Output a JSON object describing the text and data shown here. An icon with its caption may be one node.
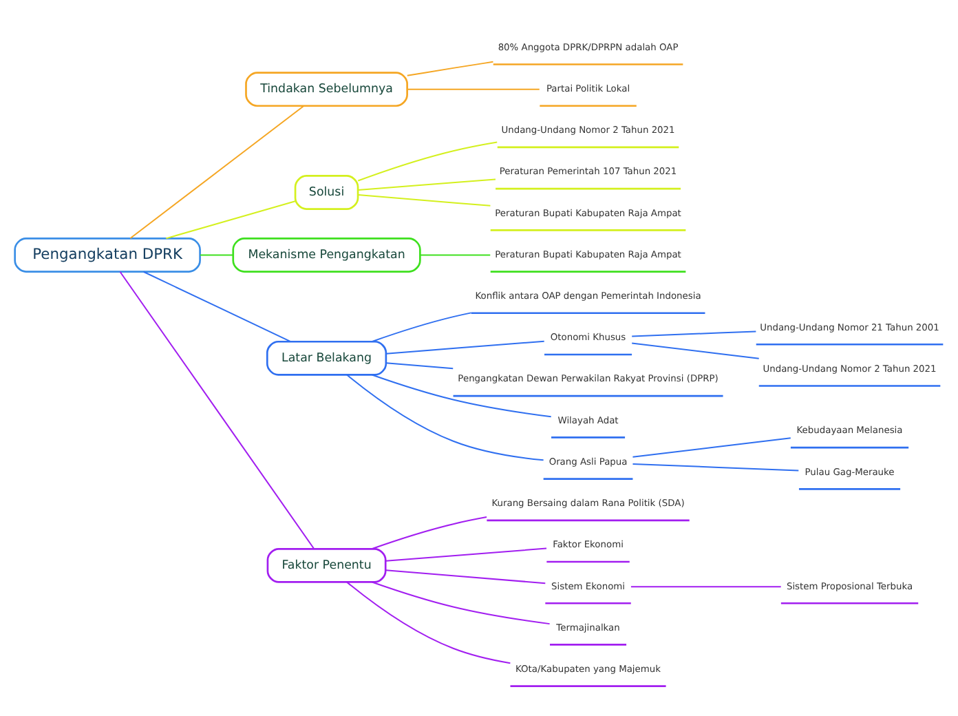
{
  "diagram": {
    "nodes": [
      {
        "text": [
          "Pengangkatan DPRK"
        ]
      },
      {
        "text": [
          "Tindakan Sebelumnya"
        ]
      },
      {
        "text": [
          "80% Anggota DPRK/DPRPN adalah OAP"
        ]
      },
      {
        "text": [
          "Partai Politik Lokal"
        ]
      },
      {
        "text": [
          "Solusi"
        ]
      },
      {
        "text": [
          "Undang-Undang Nomor 2 Tahun 2021"
        ]
      },
      {
        "text": [
          "Peraturan Pemerintah 107 Tahun 2021"
        ]
      },
      {
        "text": [
          "Peraturan Bupati Kabupaten Raja Ampat"
        ]
      },
      {
        "text": [
          "Mekanisme Pengangkatan"
        ]
      },
      {
        "text": [
          "Peraturan Bupati Kabupaten Raja Ampat"
        ]
      },
      {
        "text": [
          "Latar Belakang"
        ]
      },
      {
        "text": [
          "Konflik antara OAP dengan Pemerintah Indonesia"
        ]
      },
      {
        "text": [
          "Otonomi Khusus"
        ]
      },
      {
        "text": [
          "Undang-Undang Nomor 21 Tahun 2001"
        ]
      },
      {
        "text": [
          "Undang-Undang Nomor 2 Tahun 2021"
        ]
      },
      {
        "text": [
          "Pengangkatan Dewan Perwakilan Rakyat Provinsi (DPRP)"
        ]
      },
      {
        "text": [
          "Wilayah Adat"
        ]
      },
      {
        "text": [
          "Orang Asli Papua"
        ]
      },
      {
        "text": [
          "Kebudayaan Melanesia"
        ]
      },
      {
        "text": [
          "Pulau Gag-Merauke"
        ]
      },
      {
        "text": [
          "Faktor Penentu"
        ]
      },
      {
        "text": [
          "Kurang Bersaing dalam Rana Politik (SDA)"
        ]
      },
      {
        "text": [
          "Faktor Ekonomi"
        ]
      },
      {
        "text": [
          "Sistem Ekonomi"
        ]
      },
      {
        "text": [
          "Sistem Proposional Terbuka"
        ]
      },
      {
        "text": [
          "Termajinalkan"
        ]
      },
      {
        "text": [
          "KOta/Kabupaten yang Majemuk"
        ]
      }
    ],
    "edges": [
      {
        "from": 0,
        "to": 1,
        "arrow": "none",
        "color": "#f5a623"
      },
      {
        "from": 1,
        "to": 2,
        "arrow": "none",
        "color": "#f5a623"
      },
      {
        "from": 1,
        "to": 3,
        "arrow": "none",
        "color": "#f5a623"
      },
      {
        "from": 0,
        "to": 4,
        "arrow": "none",
        "color": "#d4f01e"
      },
      {
        "from": 4,
        "to": 5,
        "arrow": "none",
        "color": "#d4f01e"
      },
      {
        "from": 4,
        "to": 6,
        "arrow": "none",
        "color": "#d4f01e"
      },
      {
        "from": 4,
        "to": 7,
        "arrow": "none",
        "color": "#d4f01e"
      },
      {
        "from": 0,
        "to": 8,
        "arrow": "none",
        "color": "#3ee01e"
      },
      {
        "from": 8,
        "to": 9,
        "arrow": "none",
        "color": "#3ee01e"
      },
      {
        "from": 0,
        "to": 10,
        "arrow": "none",
        "color": "#2f6ff0"
      },
      {
        "from": 10,
        "to": 11,
        "arrow": "none",
        "color": "#2f6ff0"
      },
      {
        "from": 10,
        "to": 12,
        "arrow": "none",
        "color": "#2f6ff0"
      },
      {
        "from": 12,
        "to": 13,
        "arrow": "none",
        "color": "#2f6ff0"
      },
      {
        "from": 12,
        "to": 14,
        "arrow": "none",
        "color": "#2f6ff0"
      },
      {
        "from": 10,
        "to": 15,
        "arrow": "none",
        "color": "#2f6ff0"
      },
      {
        "from": 10,
        "to": 16,
        "arrow": "none",
        "color": "#2f6ff0"
      },
      {
        "from": 10,
        "to": 17,
        "arrow": "none",
        "color": "#2f6ff0"
      },
      {
        "from": 17,
        "to": 18,
        "arrow": "none",
        "color": "#2f6ff0"
      },
      {
        "from": 17,
        "to": 19,
        "arrow": "none",
        "color": "#2f6ff0"
      },
      {
        "from": 0,
        "to": 20,
        "arrow": "none",
        "color": "#a21ef0"
      },
      {
        "from": 20,
        "to": 21,
        "arrow": "none",
        "color": "#a21ef0"
      },
      {
        "from": 20,
        "to": 22,
        "arrow": "none",
        "color": "#a21ef0"
      },
      {
        "from": 20,
        "to": 23,
        "arrow": "none",
        "color": "#a21ef0"
      },
      {
        "from": 23,
        "to": 24,
        "arrow": "none",
        "color": "#a21ef0"
      },
      {
        "from": 20,
        "to": 25,
        "arrow": "none",
        "color": "#a21ef0"
      },
      {
        "from": 20,
        "to": 26,
        "arrow": "none",
        "color": "#a21ef0"
      }
    ]
  }
}
